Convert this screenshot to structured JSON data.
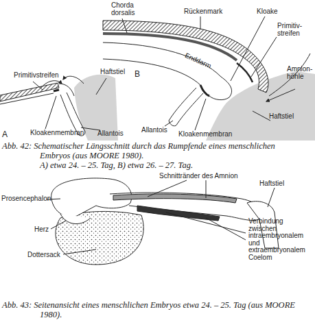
{
  "diagram": {
    "labels": [
      "Chorda dorsalis",
      "Rückenmark",
      "Kloake",
      "Primitiv- streifen",
      "Enddarm",
      "Primitivstreifen",
      "Haftstiel",
      "Amnion- höhle",
      "B",
      "Haftstiel",
      "Allantois",
      "Kloakenmembran",
      "Kloakenmembran",
      "Allantois",
      "A",
      "Abb. 42: Schematischer Längsschnitt durch das Rumpfende eines menschlichen Embryos (aus MOORE 1980).",
      "A) etwa 24. – 25. Tag, B) etwa 26. – 27. Tag.",
      "Schnittränder des Amnion",
      "Haftstiel",
      "Prosencephalon",
      "Verbindung zwischen intraembryonalem und extraembryonalem Coelom",
      "Herz",
      "Dottersack",
      "Abb. 43: Seitenansicht eines menschlichen Embryos etwa 24. – 25. Tag (aus MOORE 1980)."
    ]
  }
}
